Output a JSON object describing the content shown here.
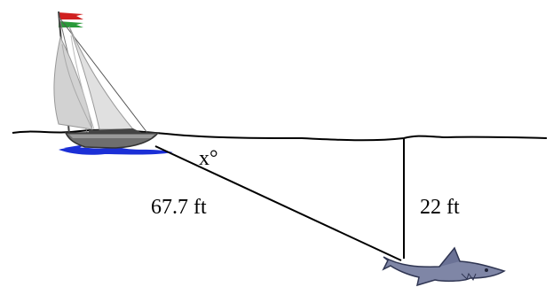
{
  "labels": {
    "angle": "x°",
    "hypotenuse": "67.7 ft",
    "depth": "22 ft"
  },
  "colors": {
    "line": "#000000",
    "water": "#1b2fd6",
    "flag_red": "#d02020",
    "flag_green": "#2a9a3a",
    "shark": "#7f86a6",
    "sail": "#d2d2d2"
  },
  "icons": {
    "boat": "sailboat-icon",
    "shark": "shark-icon"
  }
}
